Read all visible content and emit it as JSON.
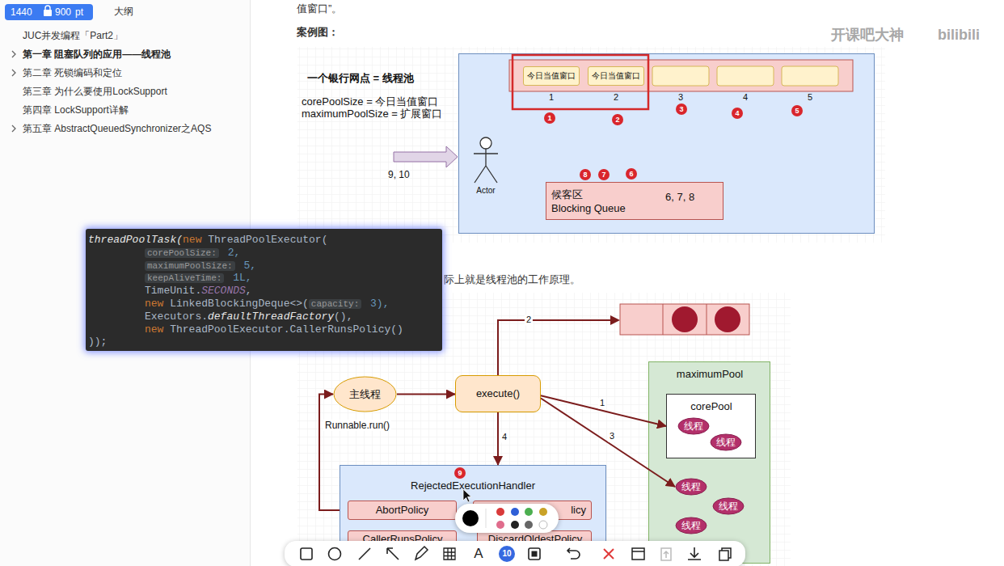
{
  "diagram": {
    "nodes": [
      {
        "text": [
          "Actor"
        ]
      },
      {
        "text": [
          "今日当值窗口"
        ],
        "in": 0
      },
      {
        "text": [
          "今日当值窗口"
        ],
        "in": 0
      },
      {
        "text": [
          "候客区",
          "Blocking Queue",
          "6, 7, 8"
        ],
        "in": 0
      },
      {
        "text": [
          "主线程"
        ]
      },
      {
        "text": [
          "execute()"
        ]
      },
      {
        "text": [
          "maximumPool"
        ]
      },
      {
        "text": [
          "corePool"
        ],
        "in": 6
      },
      {
        "text": [
          "线程"
        ],
        "in": 7
      },
      {
        "text": [
          "线程"
        ],
        "in": 7
      },
      {
        "text": [
          "线程"
        ],
        "in": 6
      },
      {
        "text": [
          "线程"
        ],
        "in": 6
      },
      {
        "text": [
          "线程"
        ],
        "in": 6
      },
      {
        "text": [
          "RejectedExecutionHandler"
        ]
      },
      {
        "text": [
          "AbortPolicy"
        ],
        "in": 13
      },
      {
        "text": [
          "licy"
        ],
        "in": 13
      },
      {
        "text": [
          "CallerRunsPolicy"
        ],
        "in": 13
      },
      {
        "text": [
          "DiscardOldestPolicy"
        ],
        "in": 13
      }
    ],
    "edges": [
      {
        "from": 4,
        "to": 5,
        "arrow": "to"
      },
      {
        "from": 5,
        "to": 7,
        "arrow": "to",
        "label": "1"
      },
      {
        "from": 5,
        "to": 10,
        "arrow": "to",
        "label": "3"
      },
      {
        "from": 5,
        "to": 13,
        "arrow": "to",
        "label": "4"
      },
      {
        "from": 13,
        "to": 4,
        "arrow": "to",
        "label": "Runnable.run()"
      }
    ],
    "labels": [
      "1440",
      "900",
      "pt",
      "大纲",
      "JUC并发编程「Part2」",
      "第一章 阻塞队列的应用——线程池",
      "第二章 死锁编码和定位",
      "第三章 为什么要使用LockSupport",
      "第四章 LockSupport详解",
      "第五章 AbstractQueuedSynchronizer之AQS",
      "值窗口”。",
      "案例图：",
      "开课吧大神",
      "bilibili",
      "一个银行网点 = 线程池",
      "corePoolSize = 今日当值窗口",
      "maximumPoolSize = 扩展窗口",
      "1",
      "2",
      "3",
      "4",
      "5",
      "1",
      "2",
      "3",
      "4",
      "5",
      "8",
      "7",
      "6",
      "9, 10",
      "际上就是线程池的工作原理。",
      "2",
      "9",
      "A",
      "10",
      "threadPoolTask(",
      "new",
      "ThreadPoolExecutor(",
      "corePoolSize:",
      "2,",
      "maximumPoolSize:",
      "5,",
      "keepAliveTime:",
      "1L,",
      "TimeUnit.",
      "SECONDS",
      ",",
      "new",
      "LinkedBlockingDeque<>(",
      "capacity:",
      "3),",
      "Executors.",
      "defaultThreadFactory",
      "(),",
      "new",
      "ThreadPoolExecutor.CallerRunsPolicy()",
      "));"
    ]
  }
}
